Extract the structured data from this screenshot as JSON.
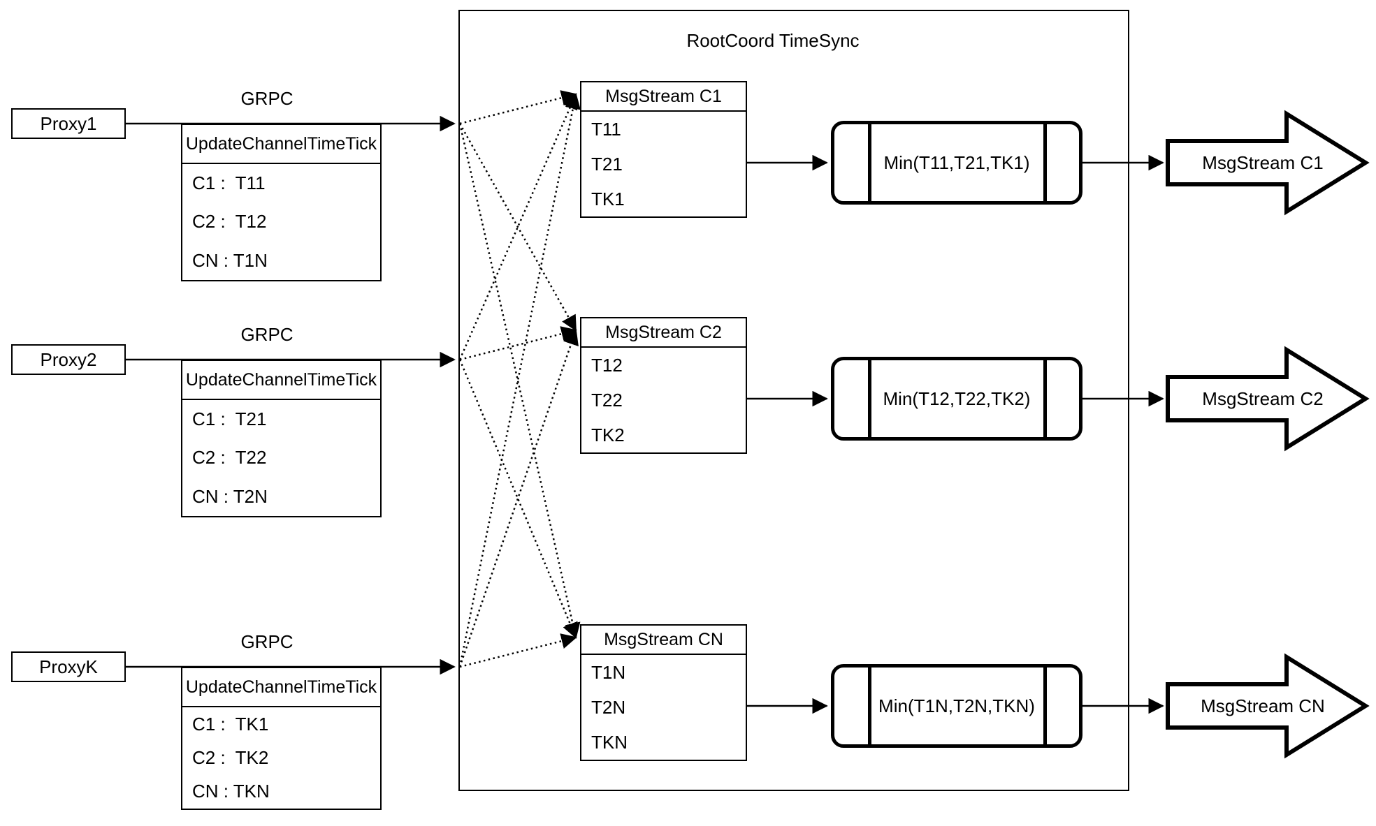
{
  "container": {
    "title": "RootCoord TimeSync"
  },
  "rows": [
    {
      "proxy_label": "Proxy1",
      "grpc_label": "GRPC",
      "request_table": {
        "header": "UpdateChannelTimeTick",
        "entries": [
          "C1 :  T11",
          "C2 :  T12",
          "CN : T1N"
        ]
      },
      "msgstream_table": {
        "header": "MsgStream C1",
        "entries": [
          "T11",
          "T21",
          "TK1"
        ]
      },
      "min_label": "Min(T11,T21,TK1)",
      "output_label": "MsgStream C1"
    },
    {
      "proxy_label": "Proxy2",
      "grpc_label": "GRPC",
      "request_table": {
        "header": "UpdateChannelTimeTick",
        "entries": [
          "C1 :  T21",
          "C2 :  T22",
          "CN : T2N"
        ]
      },
      "msgstream_table": {
        "header": "MsgStream C2",
        "entries": [
          "T12",
          "T22",
          "TK2"
        ]
      },
      "min_label": "Min(T12,T22,TK2)",
      "output_label": "MsgStream C2"
    },
    {
      "proxy_label": "ProxyK",
      "grpc_label": "GRPC",
      "request_table": {
        "header": "UpdateChannelTimeTick",
        "entries": [
          "C1 :  TK1",
          "C2 :  TK2",
          "CN : TKN"
        ]
      },
      "msgstream_table": {
        "header": "MsgStream CN",
        "entries": [
          "T1N",
          "T2N",
          "TKN"
        ]
      },
      "min_label": "Min(T1N,T2N,TKN)",
      "output_label": "MsgStream CN"
    }
  ],
  "colors": {
    "stroke": "#000000",
    "background": "#ffffff"
  }
}
